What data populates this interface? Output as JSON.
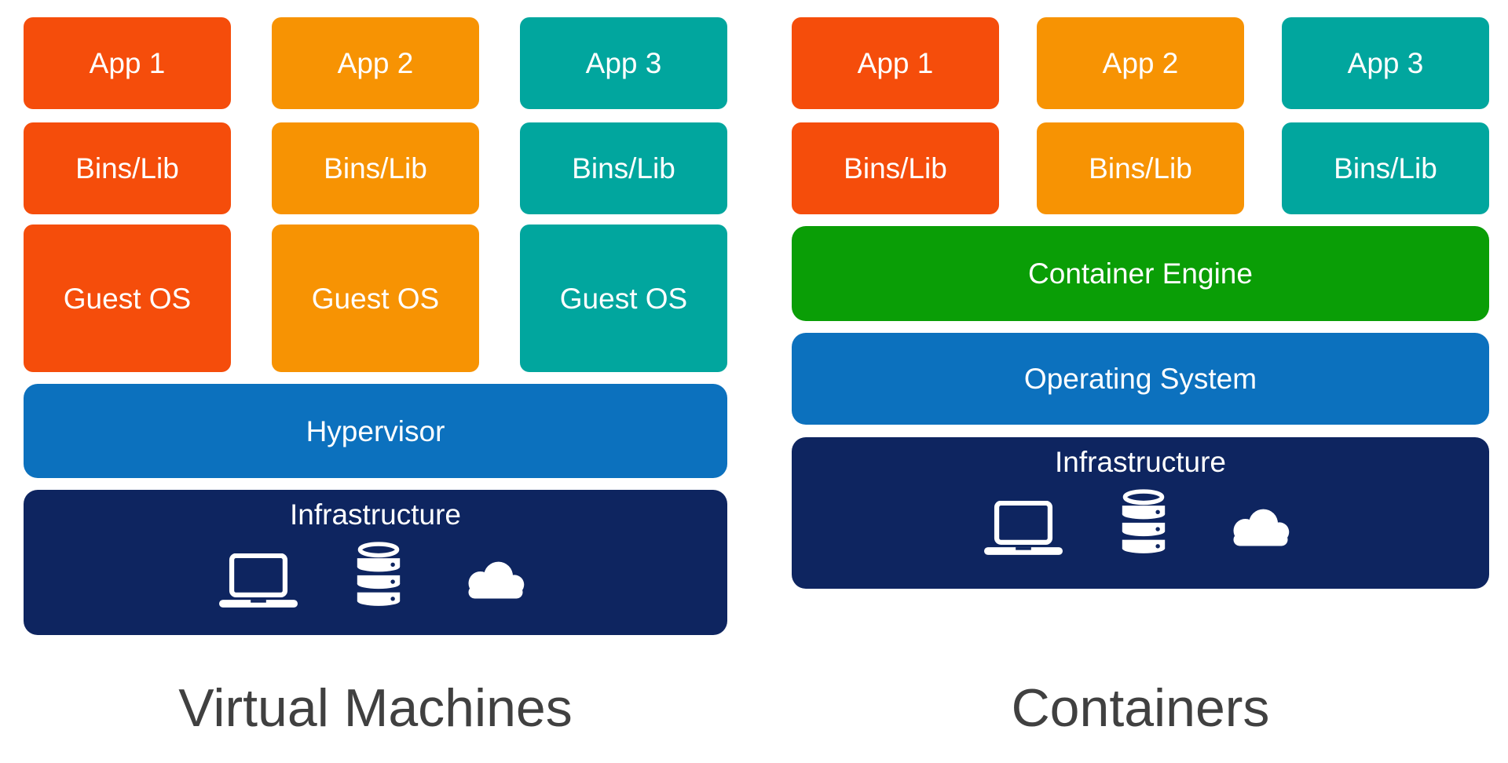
{
  "colors": {
    "app1": "#F54D0B",
    "app2": "#F79303",
    "app3": "#01A69E",
    "green": "#0A9E06",
    "blue": "#0C71BE",
    "navy": "#0E2560",
    "title_text": "#404040",
    "box_text": "#FFFFFF",
    "background": "#FFFFFF"
  },
  "vm": {
    "title": "Virtual Machines",
    "columns": [
      {
        "app": "App 1",
        "bins": "Bins/Lib",
        "guest": "Guest OS"
      },
      {
        "app": "App 2",
        "bins": "Bins/Lib",
        "guest": "Guest OS"
      },
      {
        "app": "App 3",
        "bins": "Bins/Lib",
        "guest": "Guest OS"
      }
    ],
    "hypervisor_label": "Hypervisor",
    "infrastructure_label": "Infrastructure",
    "infrastructure_icons": [
      "laptop-icon",
      "database-icon",
      "cloud-icon"
    ]
  },
  "containers": {
    "title": "Containers",
    "columns": [
      {
        "app": "App 1",
        "bins": "Bins/Lib"
      },
      {
        "app": "App 2",
        "bins": "Bins/Lib"
      },
      {
        "app": "App 3",
        "bins": "Bins/Lib"
      }
    ],
    "engine_label": "Container Engine",
    "os_label": "Operating System",
    "infrastructure_label": "Infrastructure",
    "infrastructure_icons": [
      "laptop-icon",
      "database-icon",
      "cloud-icon"
    ]
  }
}
